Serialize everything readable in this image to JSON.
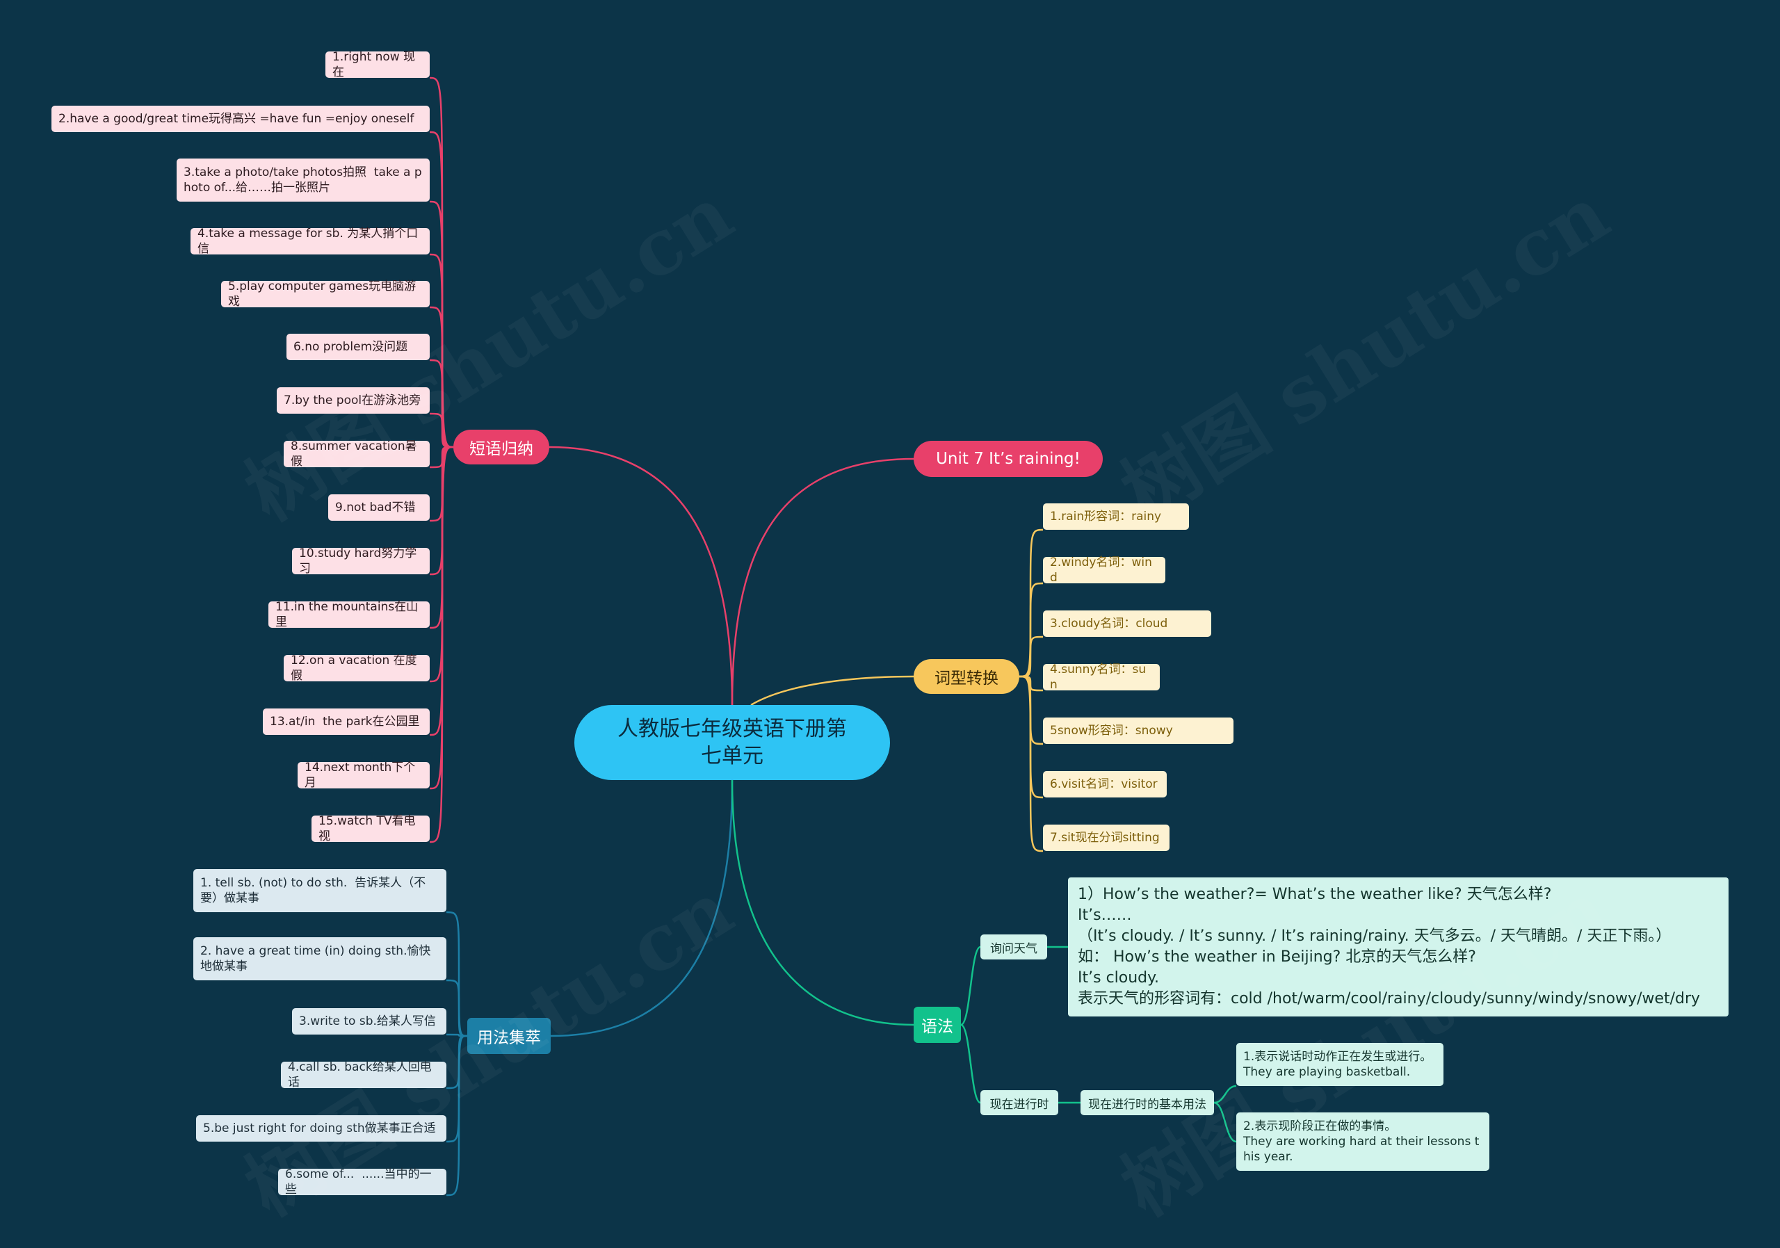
{
  "root": {
    "title": "人教版七年级英语下册第七单元"
  },
  "unit": {
    "label": "Unit 7 It’s raining!"
  },
  "phrases": {
    "label": "短语归纳",
    "items": [
      "1.right now 现在",
      "2.have a good/great time玩得高兴 =have fun =enjoy oneself",
      "3.take a photo/take photos拍照  take a photo of...给……拍一张照片",
      "4.take a message for sb. 为某人捎个口信",
      "5.play computer games玩电脑游戏",
      "6.no problem没问题",
      "7.by the pool在游泳池旁",
      "8.summer vacation暑假",
      "9.not bad不错",
      "10.study hard努力学习",
      "11.in the mountains在山里",
      "12.on a vacation 在度假",
      "13.at/in  the park在公园里",
      "14.next month下个月",
      "15.watch TV看电视"
    ]
  },
  "wordforms": {
    "label": "词型转换",
    "items": [
      "1.rain形容词：rainy",
      "2.windy名词：wind",
      "3.cloudy名词：cloud",
      "4.sunny名词：sun",
      "5snow形容词：snowy",
      "6.visit名词：visitor",
      "7.sit现在分词sitting"
    ]
  },
  "usage": {
    "label": "用法集萃",
    "items": [
      "1. tell sb. (not) to do sth.  告诉某人（不要）做某事",
      "2. have a great time (in) doing sth.愉快地做某事",
      "3.write to sb.给某人写信",
      "4.call sb. back给某人回电话",
      "5.be just right for doing sth做某事正合适",
      "6.some of...  ......当中的一些"
    ]
  },
  "grammar": {
    "label": "语法",
    "weather": {
      "label": "询问天气",
      "lines": [
        " 1）How’s the weather?= What’s the weather like?   天气怎么样?",
        " It’s……",
        "（It’s cloudy. / It’s sunny. / It’s raining/rainy. 天气多云。/ 天气晴朗。/ 天正下雨。）",
        "  如：  How’s the weather in Beijing? 北京的天气怎么样?",
        " It’s cloudy.",
        "表示天气的形容词有：cold /hot/warm/cool/rainy/cloudy/sunny/windy/snowy/wet/dry"
      ]
    },
    "progressive": {
      "label": "现在进行时",
      "basic": {
        "label": "现在进行时的基本用法",
        "items": [
          "1.表示说话时动作正在发生或进行。\nThey are playing basketball.",
          "2.表示现阶段正在做的事情。\nThey are working hard at their lessons this year."
        ]
      }
    }
  },
  "colors": {
    "background": "#0c3448",
    "pink": "#e8406a",
    "yellow": "#f7c75c",
    "green": "#12c28c",
    "blue": "#1c7fa6",
    "root": "#2ec4f4"
  }
}
